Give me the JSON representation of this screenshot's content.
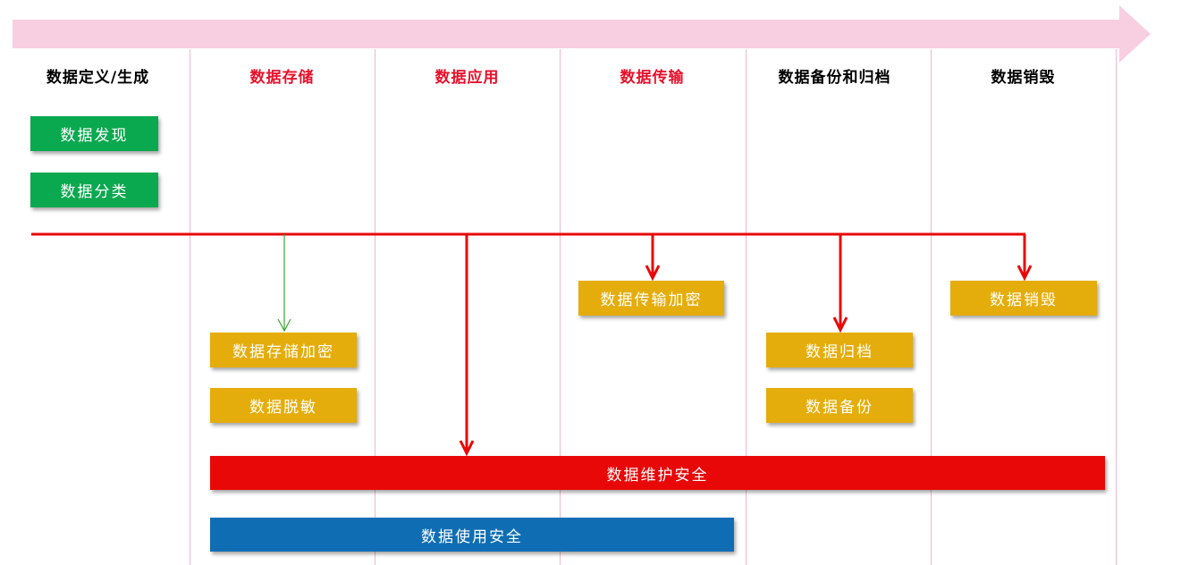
{
  "stages": [
    {
      "label": "数据定义/生成",
      "color": "#000000"
    },
    {
      "label": "数据存储",
      "color": "#e8102b"
    },
    {
      "label": "数据应用",
      "color": "#e8102b"
    },
    {
      "label": "数据传输",
      "color": "#e8102b"
    },
    {
      "label": "数据备份和归档",
      "color": "#000000"
    },
    {
      "label": "数据销毁",
      "color": "#000000"
    }
  ],
  "green_boxes": {
    "discover": "数据发现",
    "classify": "数据分类"
  },
  "amber_boxes": {
    "storage_encrypt": "数据存储加密",
    "desensitize": "数据脱敏",
    "transfer_encrypt": "数据传输加密",
    "archive": "数据归档",
    "backup": "数据备份",
    "destroy": "数据销毁"
  },
  "bars": {
    "maintain_security": "数据维护安全",
    "usage_security": "数据使用安全"
  },
  "colors": {
    "arrow_band": "#f8cfe0",
    "column_line": "#efb8cc",
    "flow_line": "#e80808",
    "storage_arrow": "#37a82e",
    "green_box": "#0aa84f",
    "amber_box": "#e5ad0b",
    "maintain_bar": "#e80808",
    "usage_bar": "#0f6eb3"
  }
}
